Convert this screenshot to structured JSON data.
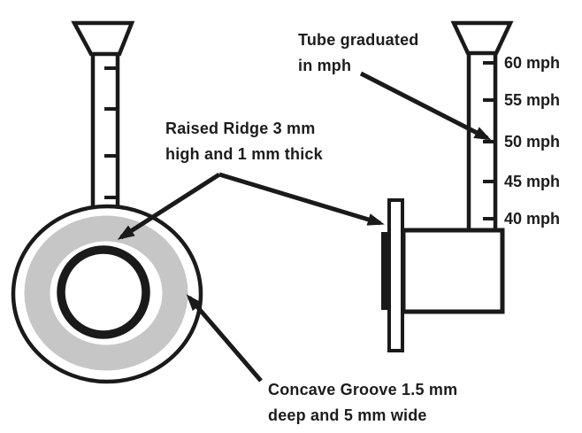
{
  "diagram": {
    "annotations": {
      "tube_graduated": "Tube graduated\nin mph",
      "raised_ridge": "Raised Ridge 3 mm\nhigh and 1 mm thick",
      "concave_groove": "Concave Groove 1.5 mm\ndeep and 5 mm wide"
    },
    "scale_labels": [
      "60 mph",
      "55 mph",
      "50 mph",
      "45 mph",
      "40 mph"
    ],
    "colors": {
      "line_black": "#1a1a1a",
      "groove_gray": "#c6c6c6",
      "background": "#ffffff",
      "text": "#1c1c1c"
    }
  }
}
